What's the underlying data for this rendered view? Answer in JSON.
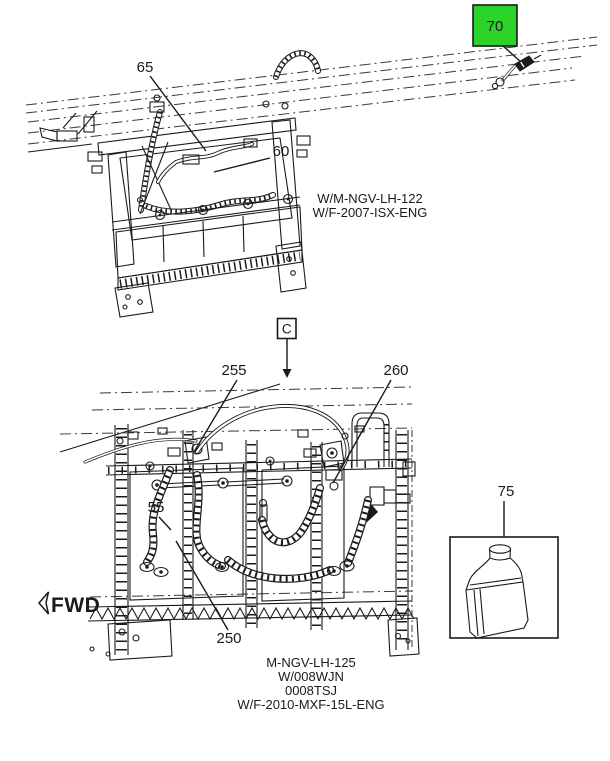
{
  "colors": {
    "ink": "#1a1a1a",
    "background": "#ffffff",
    "highlight_fill": "#2bd32b"
  },
  "top_view": {
    "callouts": [
      {
        "label": "65",
        "highlighted": false
      },
      {
        "label": "60",
        "highlighted": false
      },
      {
        "label": "70",
        "highlighted": true
      }
    ],
    "caption": [
      "W/M-NGV-LH-122",
      "W/F-2007-ISX-ENG"
    ]
  },
  "bottom_view": {
    "section_marker": "C",
    "fwd_label": "FWD",
    "callouts": [
      {
        "label": "255",
        "highlighted": false
      },
      {
        "label": "260",
        "highlighted": false
      },
      {
        "label": "55",
        "highlighted": false
      },
      {
        "label": "250",
        "highlighted": false
      },
      {
        "label": "75",
        "highlighted": false
      }
    ],
    "caption": [
      "M-NGV-LH-125",
      "W/008WJN",
      "0008TSJ",
      "W/F-2010-MXF-15L-ENG"
    ]
  }
}
